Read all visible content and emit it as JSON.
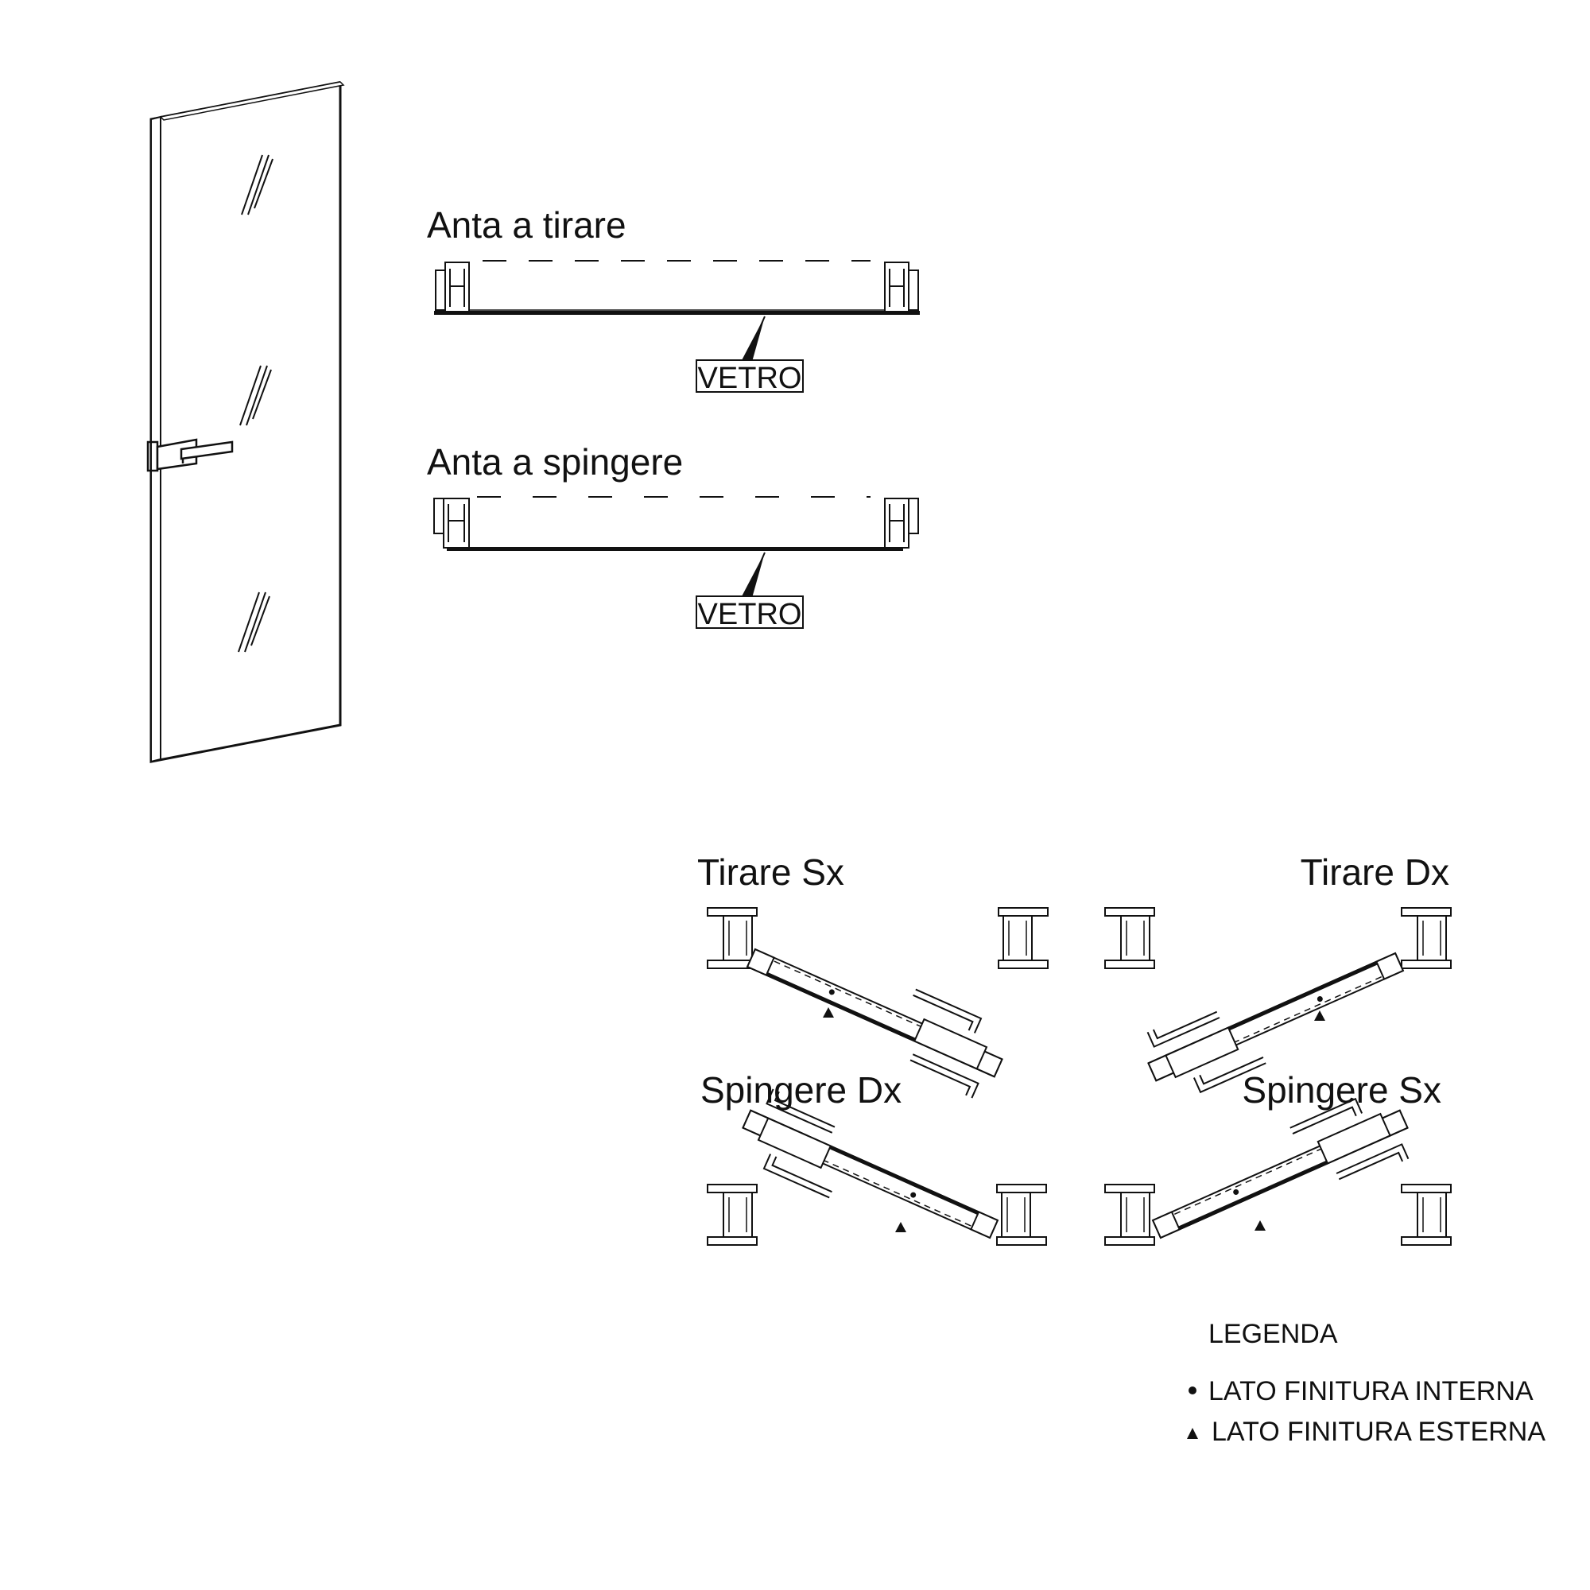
{
  "sections": {
    "pull": {
      "title": "Anta a tirare",
      "glass_label": "VETRO"
    },
    "push": {
      "title": "Anta a spingere",
      "glass_label": "VETRO"
    }
  },
  "configs": {
    "tirare_sx": "Tirare Sx",
    "tirare_dx": "Tirare Dx",
    "spingere_dx": "Spingere Dx",
    "spingere_sx": "Spingere Sx"
  },
  "legend": {
    "title": "LEGENDA",
    "items": [
      {
        "symbol": "dot-icon",
        "label": "LATO FINITURA INTERNA"
      },
      {
        "symbol": "triangle-icon",
        "label": "LATO FINITURA ESTERNA"
      }
    ]
  },
  "colors": {
    "line": "#111111",
    "background": "#ffffff"
  }
}
